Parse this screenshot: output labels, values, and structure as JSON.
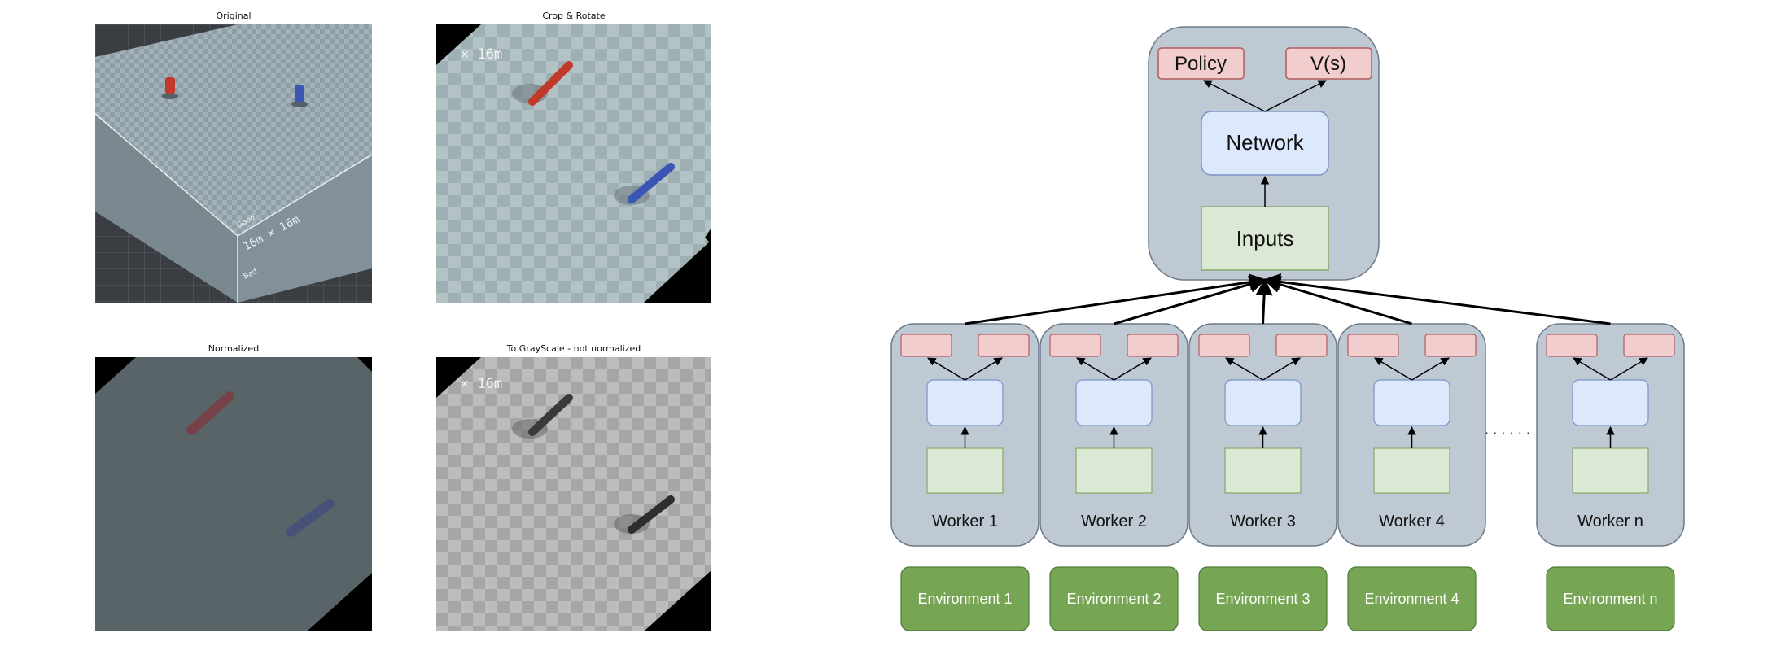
{
  "panels": [
    {
      "title": "Original",
      "scale_text": "16m × 16m",
      "tag1": "Good",
      "tag2": "Bad"
    },
    {
      "title": "Crop & Rotate",
      "scale_text": "× 16m"
    },
    {
      "title": "Normalized"
    },
    {
      "title": "To GrayScale - not normalized",
      "scale_text": "× 16m"
    }
  ],
  "master": {
    "policy": "Policy",
    "value": "V(s)",
    "network": "Network",
    "inputs": "Inputs"
  },
  "workers": [
    {
      "label": "Worker 1",
      "env": "Environment 1"
    },
    {
      "label": "Worker 2",
      "env": "Environment 2"
    },
    {
      "label": "Worker 3",
      "env": "Environment 3"
    },
    {
      "label": "Worker 4",
      "env": "Environment 4"
    },
    {
      "label": "Worker n",
      "env": "Environment n"
    }
  ],
  "ellipsis": "· · · · · ·",
  "colors": {
    "container": "#bfc9d4",
    "output": "#f2cdcd",
    "network": "#dce8fb",
    "inputs": "#dbe8d4",
    "environment": "#76a654",
    "red_agent": "#c0392b",
    "blue_agent": "#3b55b5"
  }
}
